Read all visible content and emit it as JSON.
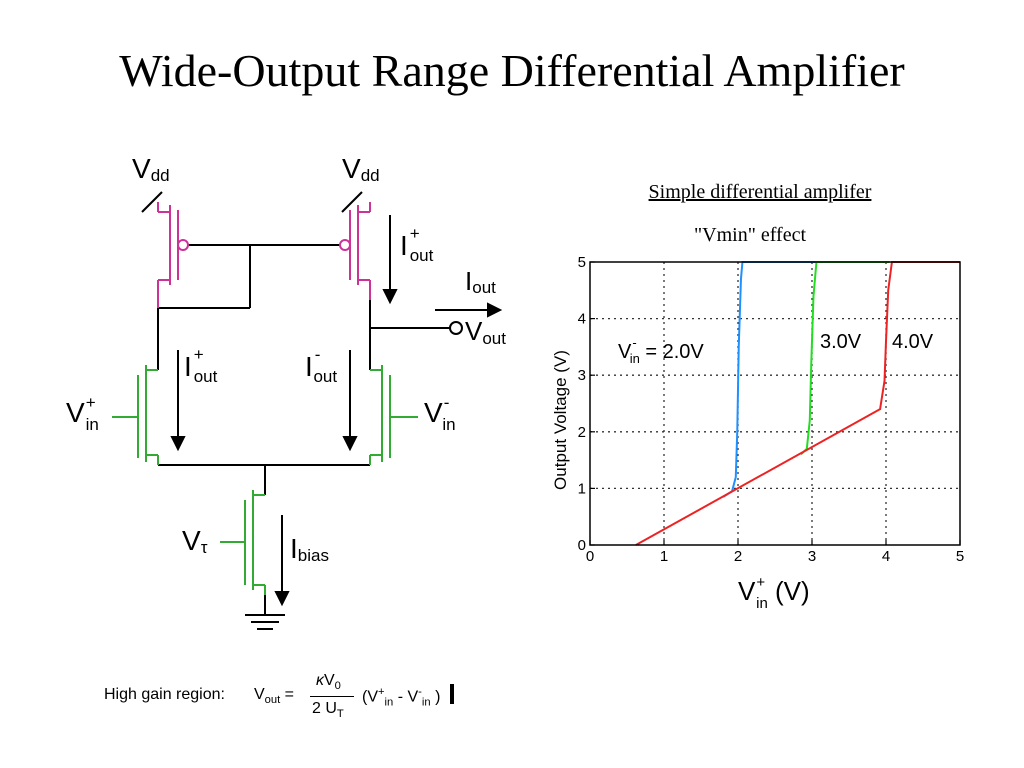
{
  "slide": {
    "title": "Wide-Output Range Differential Amplifier"
  },
  "circuit": {
    "vdd_left": {
      "main": "V",
      "sub": "dd"
    },
    "vdd_right": {
      "main": "V",
      "sub": "dd"
    },
    "iout_plus_top": {
      "main": "I",
      "sup": "+",
      "sub": "out"
    },
    "iout": {
      "main": "I",
      "sub": "out"
    },
    "vout": {
      "main": "V",
      "sub": "out"
    },
    "iout_plus_left": {
      "main": "I",
      "sup": "+",
      "sub": "out"
    },
    "iout_minus_right": {
      "main": "I",
      "sup": "-",
      "sub": "out"
    },
    "vin_plus": {
      "main": "V",
      "sup": "+",
      "sub": "in"
    },
    "vin_minus": {
      "main": "V",
      "sup": "-",
      "sub": "in"
    },
    "vtau": {
      "main": "V",
      "sub": "τ"
    },
    "ibias": {
      "main": "I",
      "sub": "bias"
    },
    "colors": {
      "pmos": "#cc3399",
      "nmos": "#33aa33",
      "wire": "#000000"
    }
  },
  "chart_data": {
    "type": "line",
    "title": "Simple differential amplifer",
    "subtitle": "\"Vmin\" effect",
    "xlabel": {
      "main": "V",
      "sup": "+",
      "sub": "in",
      "unit": " (V)"
    },
    "ylabel": "Output Voltage (V)",
    "xlim": [
      0,
      5
    ],
    "ylim": [
      0,
      5
    ],
    "xticks": [
      "0",
      "1",
      "2",
      "3",
      "4",
      "5"
    ],
    "yticks": [
      "0",
      "1",
      "2",
      "3",
      "4",
      "5"
    ],
    "grid": true,
    "series": [
      {
        "name": "2.0V",
        "color": "#1e90ff",
        "points": [
          [
            1.8,
            0.85
          ],
          [
            1.92,
            0.95
          ],
          [
            1.97,
            1.2
          ],
          [
            1.99,
            2.0
          ],
          [
            2.01,
            3.5
          ],
          [
            2.04,
            4.7
          ],
          [
            2.06,
            5.0
          ],
          [
            3.1,
            5.0
          ]
        ]
      },
      {
        "name": "3.0V",
        "color": "#22dd22",
        "points": [
          [
            2.85,
            1.6
          ],
          [
            2.93,
            1.7
          ],
          [
            2.97,
            2.2
          ],
          [
            2.99,
            3.2
          ],
          [
            3.02,
            4.4
          ],
          [
            3.06,
            5.0
          ],
          [
            4.05,
            5.0
          ]
        ]
      },
      {
        "name": "4.0V",
        "color": "#ee2222",
        "points": [
          [
            0.62,
            0.0
          ],
          [
            3.92,
            2.4
          ],
          [
            3.98,
            2.9
          ],
          [
            4.0,
            3.6
          ],
          [
            4.03,
            4.5
          ],
          [
            4.08,
            5.0
          ],
          [
            5.0,
            5.0
          ]
        ]
      }
    ],
    "annotations": [
      {
        "id": "vin2",
        "main": "V",
        "sup": "-",
        "sub": "in",
        "text": " = 2.0V"
      },
      {
        "id": "v3",
        "text": "3.0V"
      },
      {
        "id": "v4",
        "text": "4.0V"
      }
    ]
  },
  "formula": {
    "label": "High gain region: ",
    "vout": {
      "main": "V",
      "sub": "out"
    },
    "equals": " = ",
    "num": {
      "kappa": "κ",
      "main": "V",
      "sub": "0"
    },
    "den": {
      "pre": "2 U",
      "sub": "T"
    },
    "paren": {
      "open": "(",
      "vp": "V",
      "vp_sup": "+",
      "vp_sub": "in",
      "minus": " - ",
      "vm": "V",
      "vm_sup": "-",
      "vm_sub": "in",
      "close": ")"
    }
  }
}
